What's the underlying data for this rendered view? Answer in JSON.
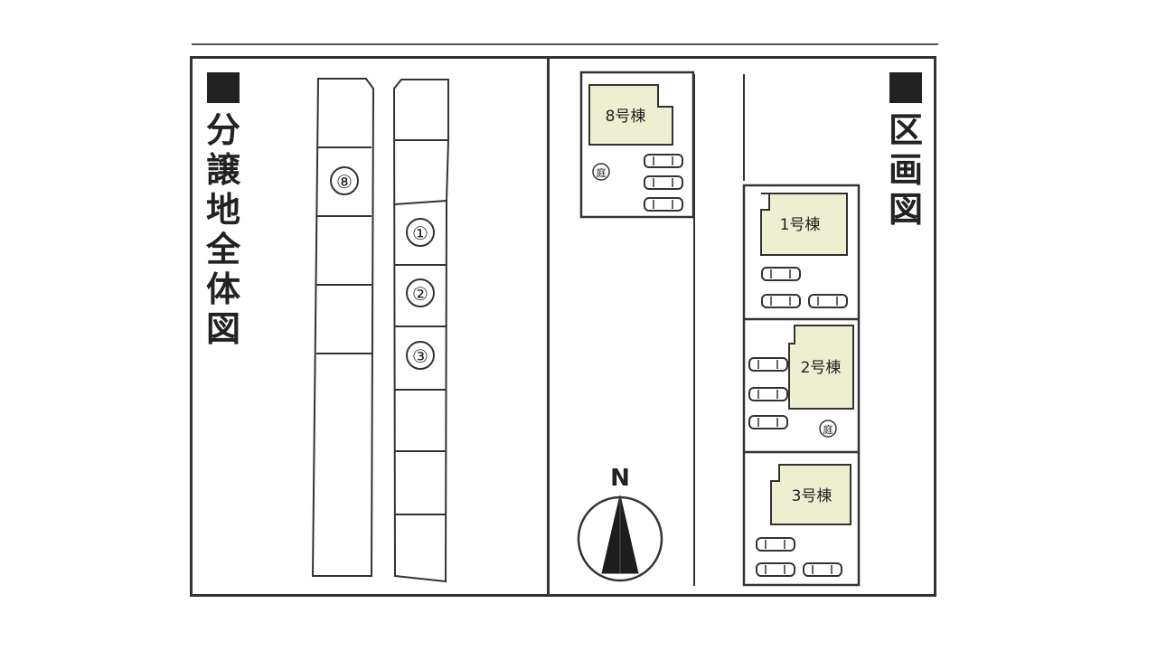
{
  "left_heading": [
    "分",
    "譲",
    "地",
    "全",
    "体",
    "図"
  ],
  "right_heading": [
    "区",
    "画",
    "図"
  ],
  "overview_lots": {
    "lot8": "⑧",
    "lot1": "①",
    "lot2": "②",
    "lot3": "③"
  },
  "buildings": {
    "b8": "8号棟",
    "b1": "1号棟",
    "b2": "2号棟",
    "b3": "3号棟"
  },
  "garden_label": "庭",
  "compass_label": "N",
  "colors": {
    "building_fill": "#eeeed0",
    "line": "#333333"
  }
}
